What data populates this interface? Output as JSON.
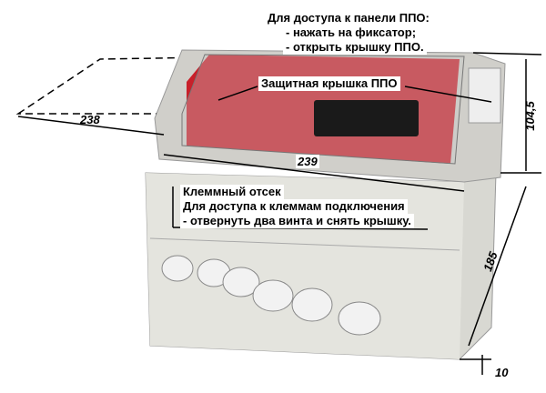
{
  "annotations": {
    "access_panel": {
      "title": "Для доступа к панели ППО:",
      "step1": "- нажать на фиксатор;",
      "step2": "- открыть крышку ППО."
    },
    "cover_label": "Защитная крышка ППО",
    "terminal": {
      "title": "Клеммный отсек",
      "line1": "Для доступа к клеммам подключения",
      "line2": "- отвернуть два винта и снять крышку."
    }
  },
  "dimensions": {
    "open_cover_width": "238",
    "width": "239",
    "top_height": "104,5",
    "body_height": "185",
    "foot_offset": "10"
  },
  "colors": {
    "housing": "#dcdcd6",
    "panel": "#c8202a",
    "background": "#ffffff"
  }
}
